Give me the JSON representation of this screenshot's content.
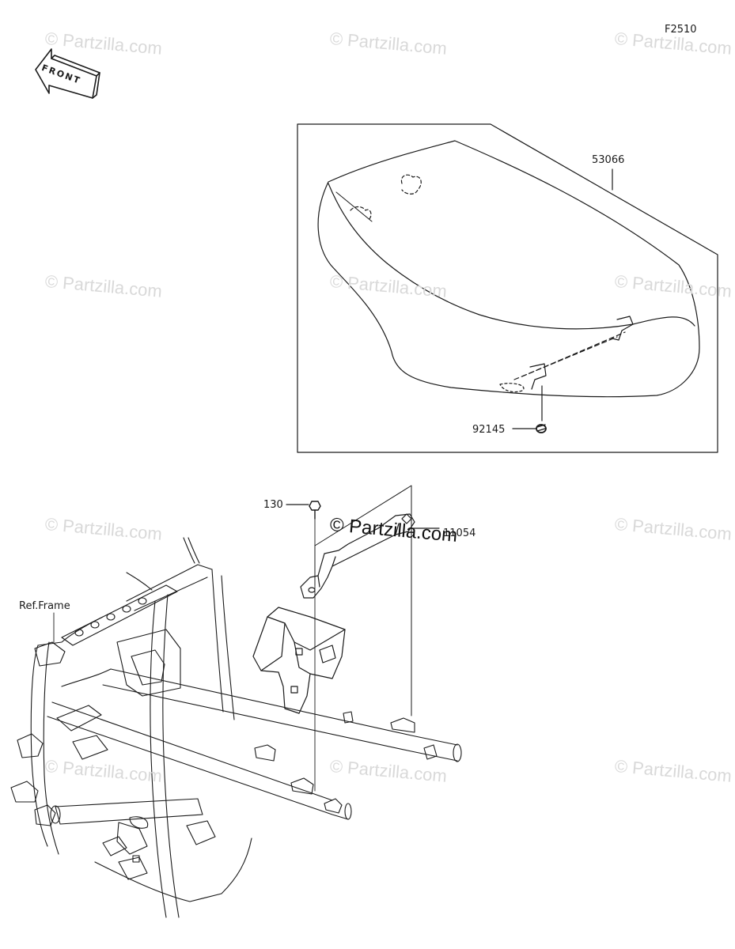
{
  "figure_code": "F2510",
  "front_label": "FRONT",
  "watermark_text": "© Partzilla.com",
  "parts": {
    "seat": "53066",
    "clip": "92145",
    "bolt": "130",
    "bracket": "11054",
    "frame_ref": "Ref.Frame"
  },
  "colors": {
    "line": "#1a1a1a",
    "watermark": "#d9d9d9"
  }
}
